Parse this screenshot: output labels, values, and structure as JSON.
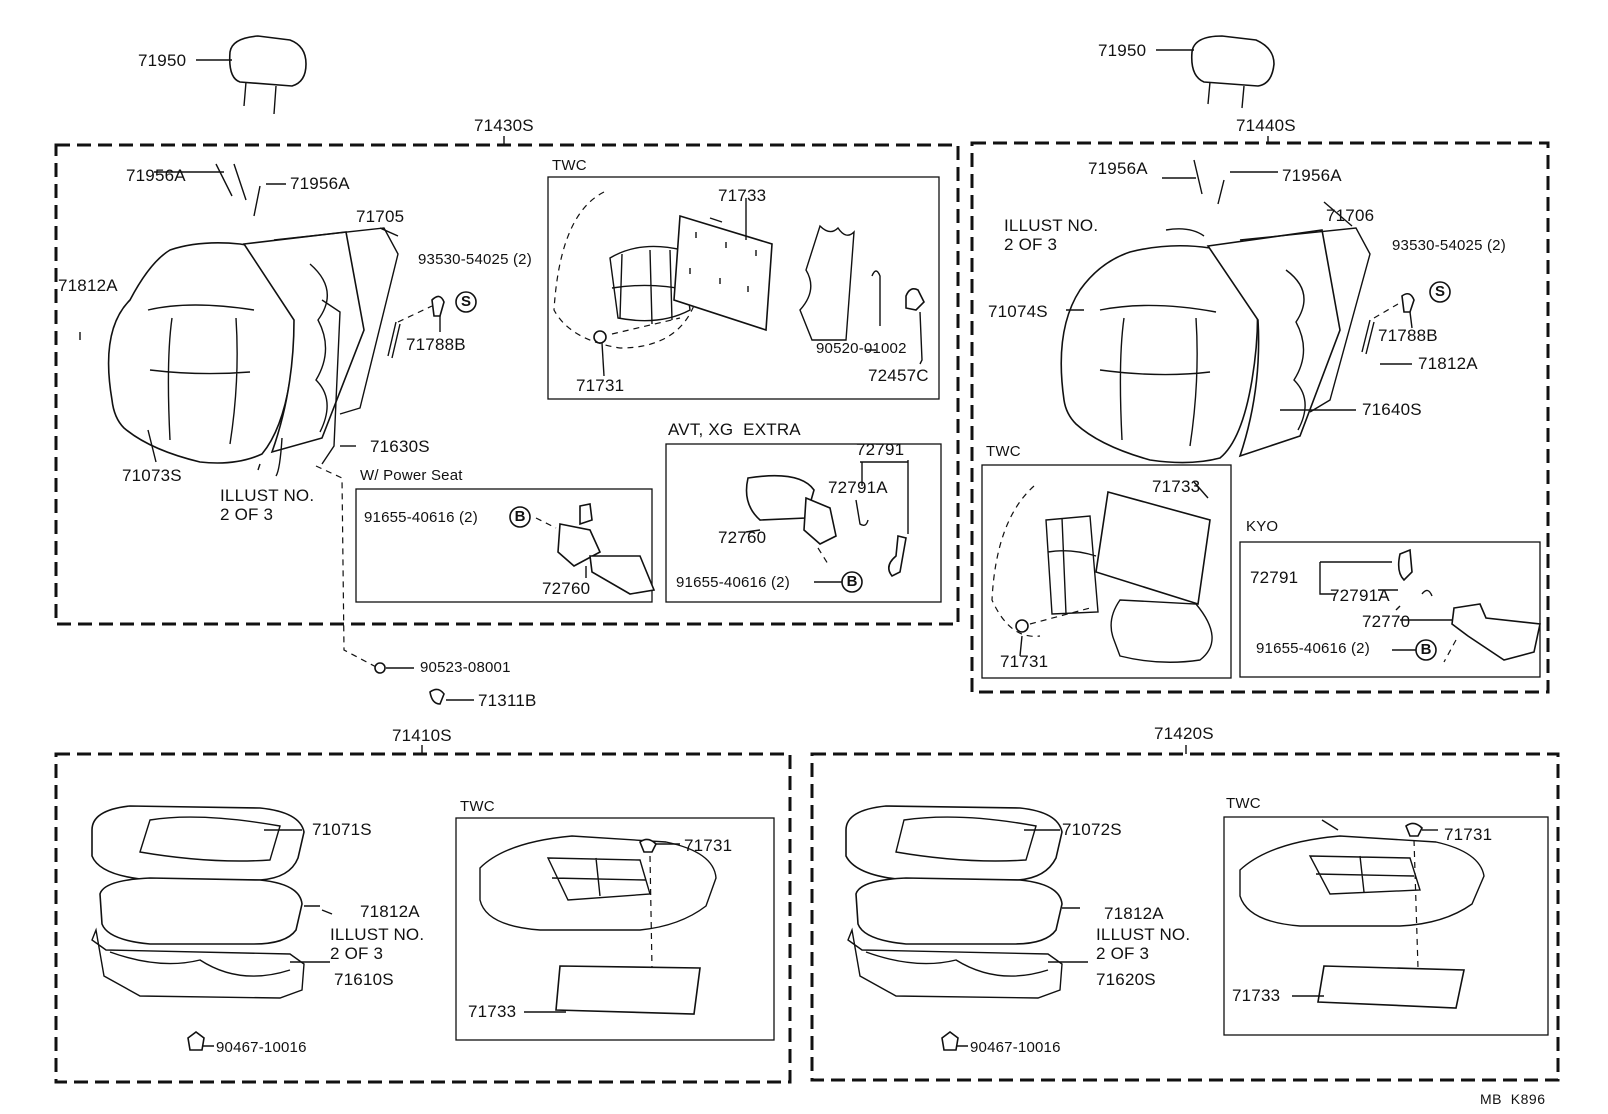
{
  "assemblies": {
    "front_back_left": "71430S",
    "front_back_right": "71440S",
    "cushion_left": "71410S",
    "cushion_right": "71420S"
  },
  "variants": {
    "twc": "TWC",
    "power_seat": "W/ Power Seat",
    "avt": "AVT, XG  EXTRA",
    "kyo": "KYO"
  },
  "parts": {
    "headrest_l": "71950",
    "headrest_r": "71950",
    "support_l1": "71956A",
    "support_l2": "71956A",
    "support_r1": "71956A",
    "support_r2": "71956A",
    "frame_l": "71705",
    "frame_r": "71706",
    "screw_l": "93530-54025 (2)",
    "screw_r": "93530-54025 (2)",
    "hog_l1": "71812A",
    "hog_r1": "71812A",
    "fastener_l": "71788B",
    "fastener_r": "71788B",
    "cover_l": "71073S",
    "cover_r": "71074S",
    "pad_l": "71630S",
    "pad_r": "71640S",
    "illust_l": "ILLUST NO.\n2 OF 3",
    "illust_r": "ILLUST NO.\n2 OF 3",
    "twc_bracket": "71733",
    "twc_clip": "71731",
    "twc_wire": "90520-01002",
    "twc_clamp": "72457C",
    "ps_screw": "91655-40616 (2)",
    "ps_knob": "72760",
    "avt_lever": "72791",
    "avt_lever_a": "72791A",
    "avt_knob": "72760",
    "avt_screw": "91655-40616 (2)",
    "nut": "90523-08001",
    "cap": "71311B",
    "r_twc_bracket": "71733",
    "r_twc_clip": "71731",
    "kyo_lever": "72791",
    "kyo_lever_a": "72791A",
    "kyo_knob": "72770",
    "kyo_screw": "91655-40616 (2)",
    "cushion_cover_l": "71071S",
    "cushion_hog_l": "71812A",
    "cushion_illust_l": "ILLUST NO.\n2 OF 3",
    "cushion_frame_l": "71610S",
    "cushion_bolt_l": "90467-10016",
    "ctwc_clip_l": "71731",
    "ctwc_bracket_l": "71733",
    "cushion_cover_r": "71072S",
    "cushion_hog_r": "71812A",
    "cushion_illust_r": "ILLUST NO.\n2 OF 3",
    "cushion_frame_r": "71620S",
    "cushion_bolt_r": "90467-10016",
    "ctwc_clip_r": "71731",
    "ctwc_bracket_r": "71733"
  },
  "markers": {
    "s": "S",
    "b": "B"
  },
  "footer_code": "MB  K896"
}
